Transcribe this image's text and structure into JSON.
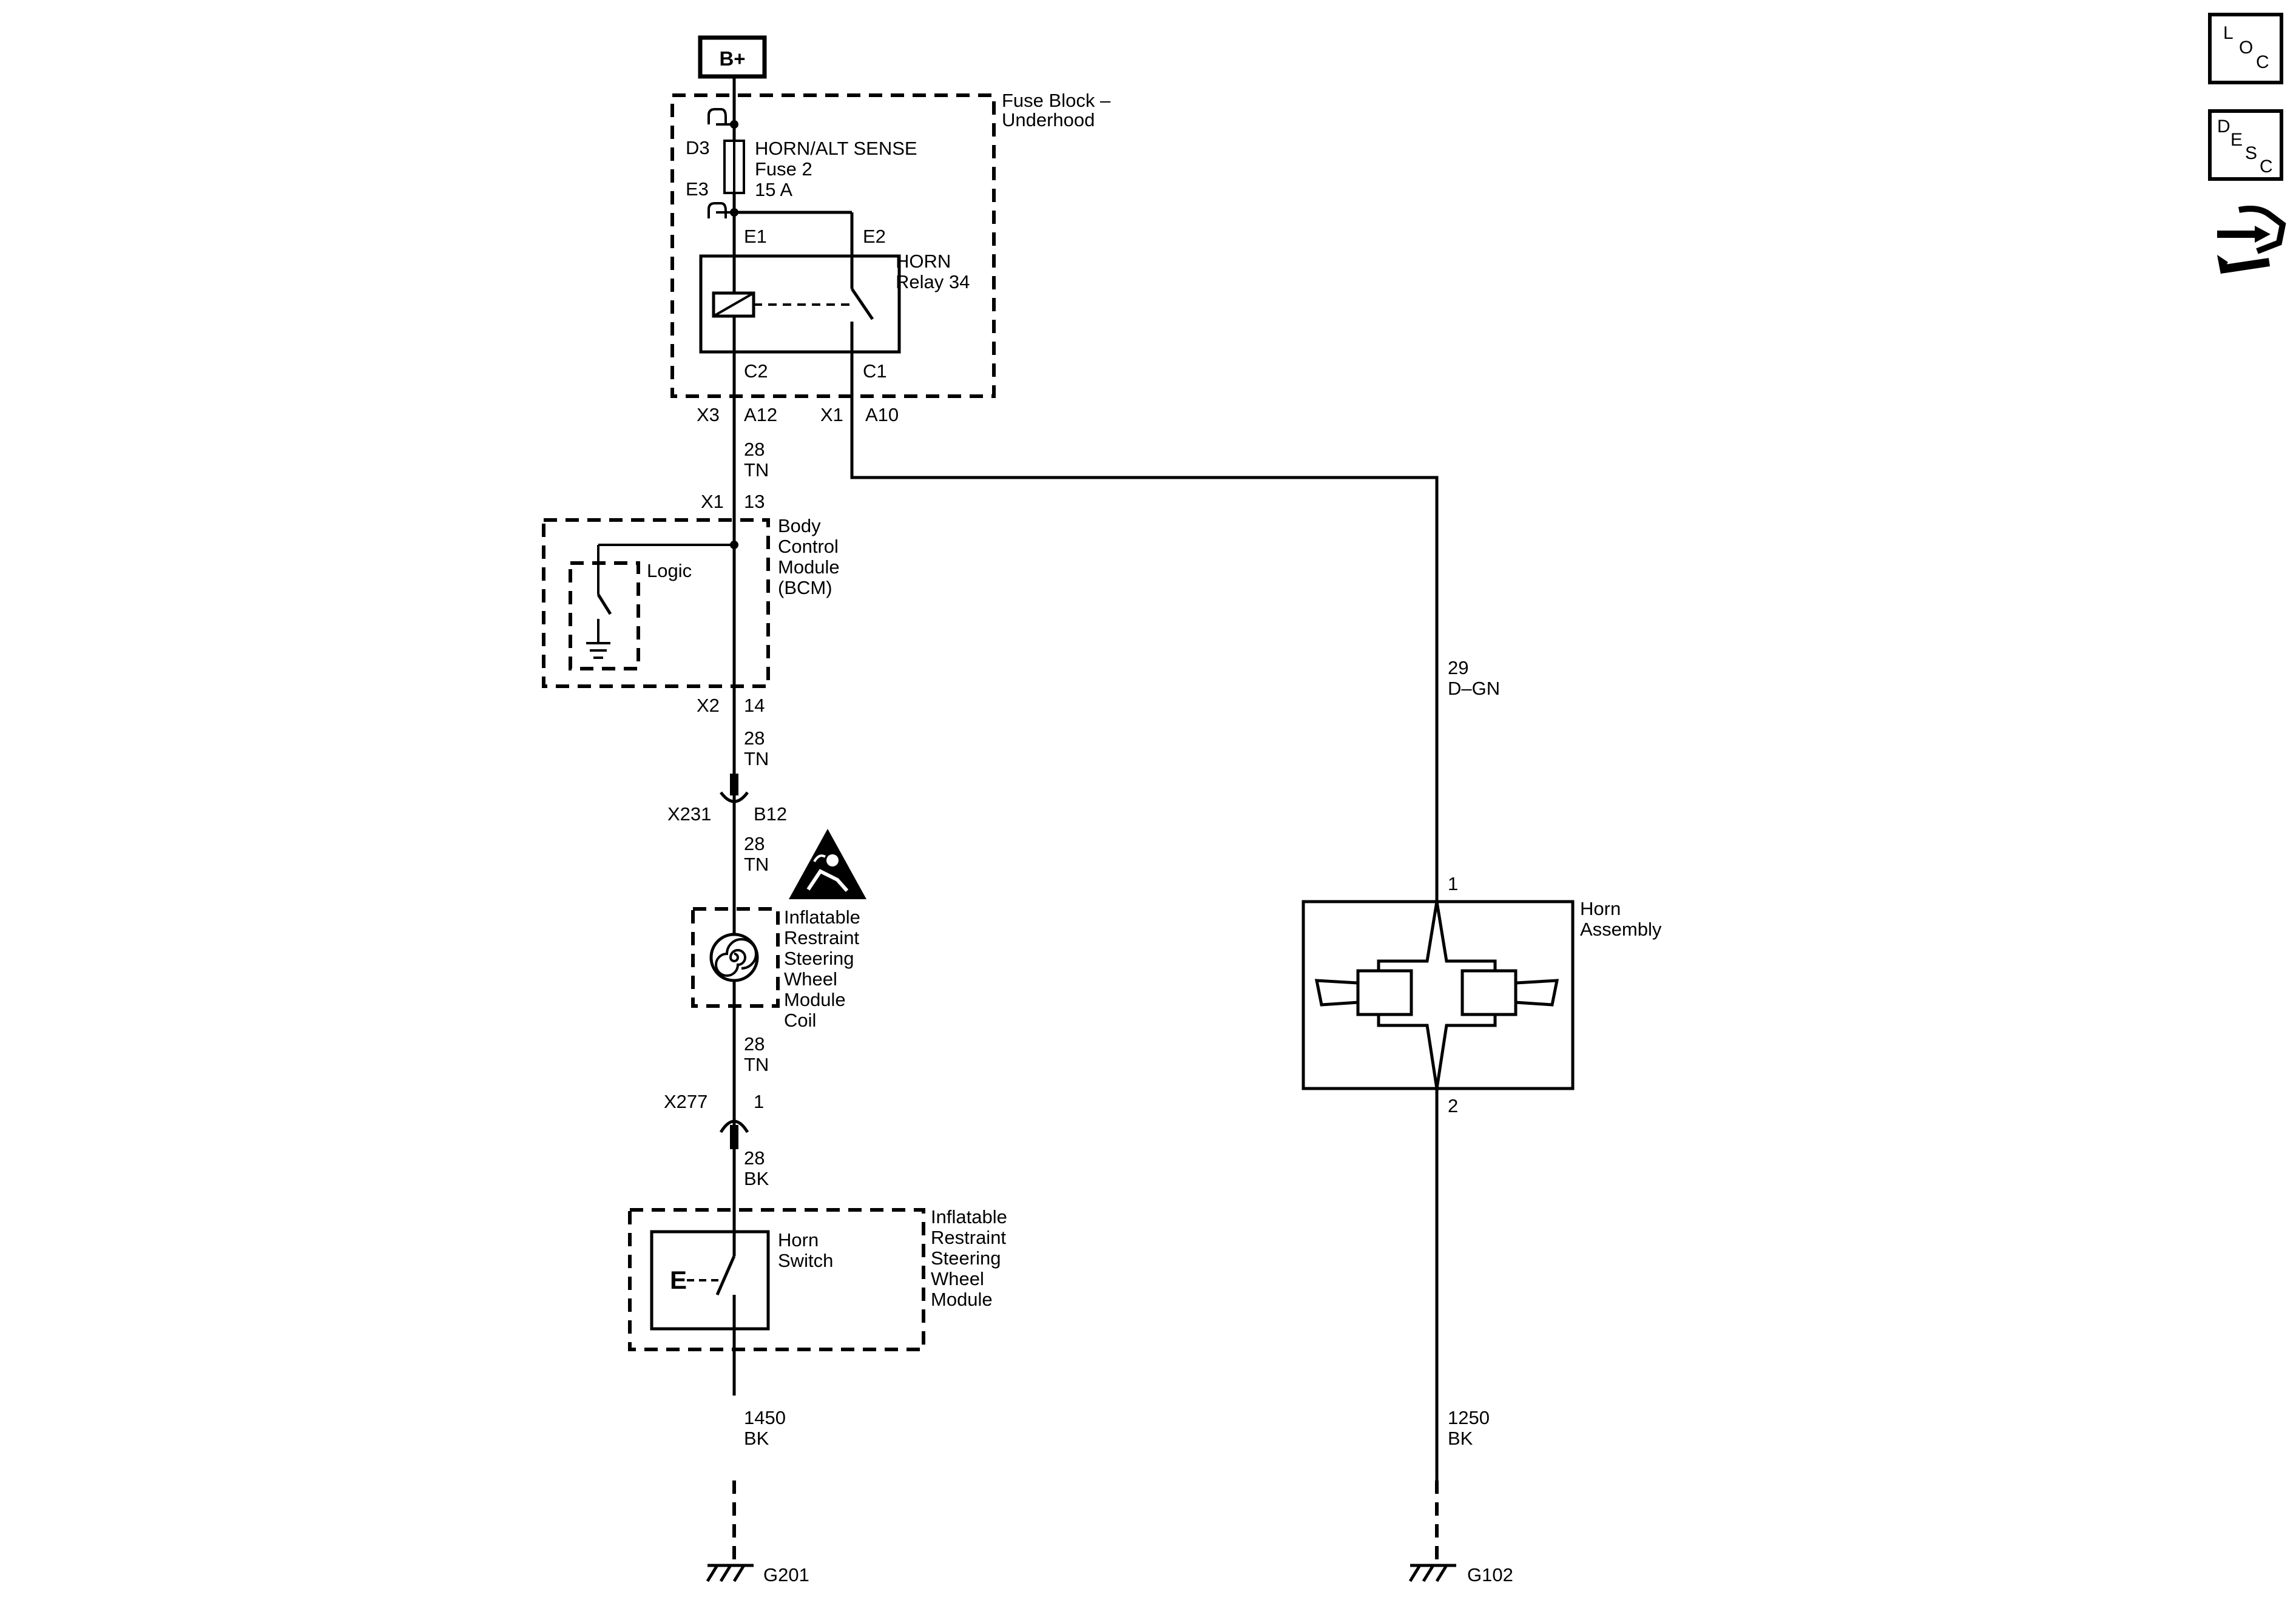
{
  "power": {
    "label": "B+"
  },
  "fuse_block": {
    "title_line1": "Fuse Block –",
    "title_line2": "Underhood",
    "fuse_pin_in": "D3",
    "fuse_pin_out": "E3",
    "fuse_name": "HORN/ALT SENSE",
    "fuse_number": "Fuse 2",
    "fuse_rating": "15 A",
    "relay_name": "HORN",
    "relay_number": "Relay 34",
    "relay_pin_e1": "E1",
    "relay_pin_e2": "E2",
    "relay_pin_c2": "C2",
    "relay_pin_c1": "C1",
    "conn_left": "X3",
    "conn_left_pin": "A12",
    "conn_right": "X1",
    "conn_right_pin": "A10"
  },
  "wires": {
    "w1_circuit": "28",
    "w1_color": "TN",
    "w2_circuit": "28",
    "w2_color": "TN",
    "w3_circuit": "28",
    "w3_color": "TN",
    "w4_circuit": "28",
    "w4_color": "TN",
    "w5_circuit": "28",
    "w5_color": "BK",
    "w6_circuit": "1450",
    "w6_color": "BK",
    "w7_circuit": "29",
    "w7_color": "D–GN",
    "w8_circuit": "1250",
    "w8_color": "BK"
  },
  "bcm": {
    "conn_in": "X1",
    "pin_in": "13",
    "conn_out": "X2",
    "pin_out": "14",
    "logic_label": "Logic",
    "name_l1": "Body",
    "name_l2": "Control",
    "name_l3": "Module",
    "name_l4": "(BCM)"
  },
  "inline_1": {
    "conn": "X231",
    "pin": "B12"
  },
  "coil": {
    "l1": "Inflatable",
    "l2": "Restraint",
    "l3": "Steering",
    "l4": "Wheel",
    "l5": "Module",
    "l6": "Coil"
  },
  "inline_2": {
    "conn": "X277",
    "pin": "1"
  },
  "horn_switch": {
    "label_l1": "Horn",
    "label_l2": "Switch",
    "module_l1": "Inflatable",
    "module_l2": "Restraint",
    "module_l3": "Steering",
    "module_l4": "Wheel",
    "module_l5": "Module"
  },
  "horn_assembly": {
    "pin_top": "1",
    "pin_bottom": "2",
    "name_l1": "Horn",
    "name_l2": "Assembly"
  },
  "grounds": {
    "left": "G201",
    "right": "G102"
  },
  "side_icons": {
    "loc": [
      "L",
      "O",
      "C"
    ],
    "desc": [
      "D",
      "E",
      "S",
      "C"
    ],
    "third": "connector-tool-icon"
  }
}
